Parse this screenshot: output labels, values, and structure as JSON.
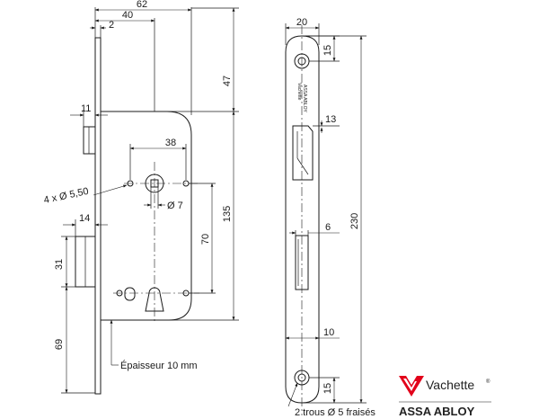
{
  "front_view": {
    "dim_62": "62",
    "dim_40": "40",
    "dim_2": "2",
    "dim_47": "47",
    "dim_11": "11",
    "dim_38": "38",
    "dim_holes": "4 x Ø 5,50",
    "dim_7": "Ø 7",
    "dim_135": "135",
    "dim_70": "70",
    "dim_14": "14",
    "dim_31": "31",
    "dim_69": "69",
    "thickness_note": "Épaisseur 10 mm"
  },
  "faceplate_view": {
    "dim_20": "20",
    "dim_15_top": "15",
    "dim_13": "13",
    "dim_230": "230",
    "dim_6": "6",
    "dim_10": "10",
    "dim_15_bottom": "15",
    "holes_note": "2 trous  Ø 5 fraisés",
    "plate_brand": "Vachette",
    "plate_brand2": "ASSA ABLOY"
  },
  "branding": {
    "logo_name": "Vachette",
    "registered_mark": "®",
    "parent_company": "ASSA ABLOY",
    "logo_color": "#e2001a"
  }
}
